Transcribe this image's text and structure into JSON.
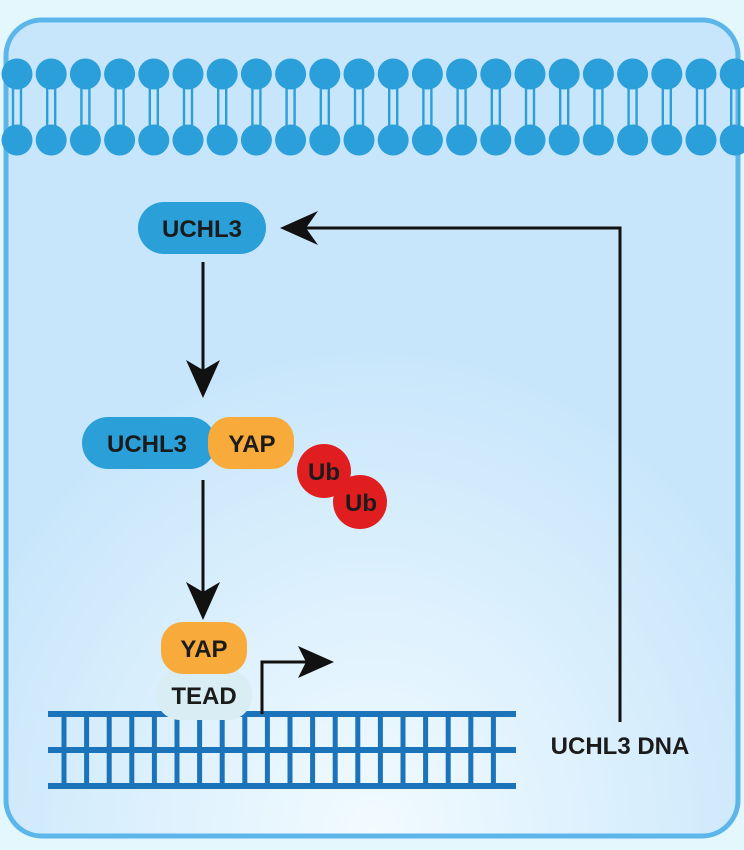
{
  "nodes": {
    "uchl3_top": "UCHL3",
    "complex_uchl3": "UCHL3",
    "complex_yap": "YAP",
    "ub_1": "Ub",
    "ub_2": "Ub",
    "nuclear_yap": "YAP",
    "tead": "TEAD",
    "gene_label": "UCHL3 DNA"
  },
  "colors": {
    "background": "#e4f7fc",
    "cell_fill": "#c8e6fb",
    "cell_border": "#5cb6ea",
    "membrane": "#2b9fd9",
    "uchl3": "#2a9fd8",
    "yap": "#f8aa3a",
    "ubiquitin": "#e01e20",
    "tead": "#d8eef4",
    "dna": "#1b73b9",
    "arrow": "#111111"
  }
}
